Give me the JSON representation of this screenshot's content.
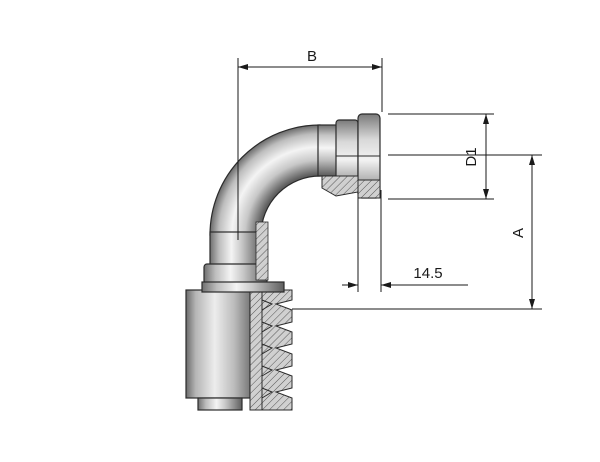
{
  "dimensions": {
    "b_label": "B",
    "d1_label": "D1",
    "a_label": "A",
    "flange_value": "14.5"
  }
}
